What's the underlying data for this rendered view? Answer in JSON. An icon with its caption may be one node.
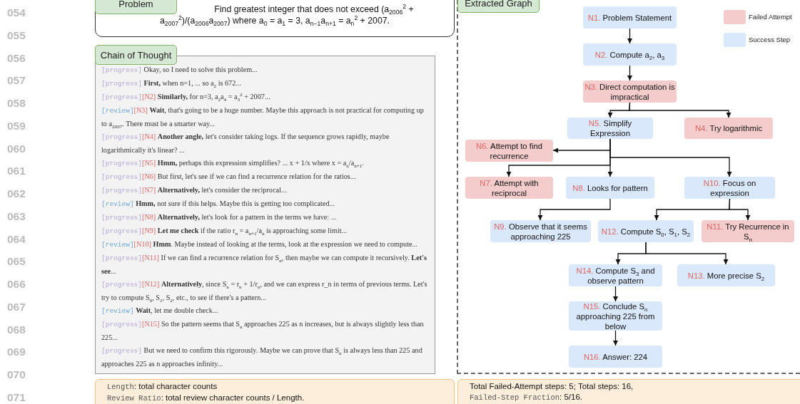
{
  "diagram": {
    "nodes": [
      {
        "text": [
          "Problem",
          "Find greatest integer that does not exceed (a$_{2006}$$^{2}$ + a$_{2007}$$^{2}$)/(a$_{2006}$a$_{2007}$) where a$_{0}$ = a$_{1}$ = 3, a$_{n−1}$a$_{n+1}$ = a$_{n}$$^{2}$ + 2007."
        ]
      },
      {
        "text": [
          "Chain of Thought",
          "[progress] Okay, so I need to solve this problem...",
          "[progress] **First,** when n=1, ... so a$_{2}$ is 672...",
          "[progress][N2] **Similarly,** for n=3, a$_{2}$a$_{4}$ = a$_{3}$$^{2}$ + 2007...",
          "[review][N3] **Wait**, that's going to be a huge number. Maybe this approach is not practical for computing up to a$_{2007}$. There must be a smarter way...",
          "[progress][N4] **Another angle,** let's consider taking logs. If the sequence grows rapidly, maybe logarithmically it's linear? ...",
          "[progress][N5] **Hmm,** perhaps this expression simplifies? ... x + 1/x where x = a$_{n}$/a$_{n+1}$.",
          "[progress][N6] But first, let's see if we can find a recurrence relation for the ratios...",
          "[progress][N7] **Alternatively,** let's consider the reciprocal...",
          "[review] **Hmm,** not sure if this helps. Maybe this is getting too complicated...",
          "[progress][N8] **Alternatively,** let's look for a pattern in the terms we have: ...",
          "[progress][N9] **Let me check** if the ratio r$_{n}$ = a$_{n+1}$/a$_{n}$ is approaching some limit...",
          "[review][N10] **Hmm**. Maybe instead of looking at the terms, look at the expression we need to compute...",
          "[progress][N11] If we can find a recurrence relation for S$_{n}$, then maybe we can compute it recursively. **Let's see**...",
          "[progress][N12] **Alternatively**, since S$_{n}$ = r$_{n}$ + 1/r$_{n}$, and we can express r_n in terms of previous terms. Let's try to compute S$_{0}$, S$_{1}$, S$_{2}$, etc., to see if there's a pattern...",
          "[review] **Wait**, let me double check...",
          "[progress][N15] So the pattern seems that S$_{n}$ approaches 225 as n increases, but is always slightly less than 225...",
          "[progress] But we need to confirm this rigorously. Maybe we can prove that S$_{n}$ is always less than 225 and approaches 225 as n approaches infinity..."
        ]
      },
      {
        "text": [
          "Extracted Graph"
        ]
      },
      {
        "text": [
          "N1. Problem Statement"
        ],
        "in": 2
      },
      {
        "text": [
          "N2. Compute a$_{2}$, a$_{3}$"
        ],
        "in": 2
      },
      {
        "text": [
          "N3. Direct computation is impractical"
        ],
        "in": 2
      },
      {
        "text": [
          "N5. Simplify Expression"
        ],
        "in": 2
      },
      {
        "text": [
          "N4. Try logarithmic"
        ],
        "in": 2
      },
      {
        "text": [
          "N6. Attempt to find recurrence"
        ],
        "in": 2
      },
      {
        "text": [
          "N7. Attempt with reciprocal"
        ],
        "in": 2
      },
      {
        "text": [
          "N8. Looks for pattern"
        ],
        "in": 2
      },
      {
        "text": [
          "N10. Focus on expression"
        ],
        "in": 2
      },
      {
        "text": [
          "N9. Observe that it seems approaching 225"
        ],
        "in": 2
      },
      {
        "text": [
          "N12. Compute S$_{0}$, S$_{1}$, S$_{2}$"
        ],
        "in": 2
      },
      {
        "text": [
          "N11. Try Recurrence in S$_{n}$"
        ],
        "in": 2
      },
      {
        "text": [
          "N14. Compute S$_{3}$ and observe pattern"
        ],
        "in": 2
      },
      {
        "text": [
          "N13. More precise S$_{2}$"
        ],
        "in": 2
      },
      {
        "text": [
          "N15. Conclude S$_{n}$ approaching 225 from below"
        ],
        "in": 2
      },
      {
        "text": [
          "N16. Answer: 224"
        ],
        "in": 2
      },
      {
        "text": [
          "Length: total character counts",
          "Review Ratio: total review character counts / Length."
        ]
      },
      {
        "text": [
          "Total Failed-Attempt steps: 5; Total steps: 16,",
          "Failed-Step Fraction: 5/16."
        ]
      }
    ],
    "edges": [
      {
        "from": 3,
        "to": 4,
        "arrow": "to"
      },
      {
        "from": 4,
        "to": 5,
        "arrow": "to"
      },
      {
        "from": 5,
        "to": 6,
        "arrow": "to"
      },
      {
        "from": 5,
        "to": 7,
        "arrow": "to"
      },
      {
        "from": 6,
        "to": 8,
        "arrow": "to"
      },
      {
        "from": 6,
        "to": 9,
        "arrow": "to"
      },
      {
        "from": 6,
        "to": 10,
        "arrow": "to"
      },
      {
        "from": 6,
        "to": 11,
        "arrow": "to"
      },
      {
        "from": 10,
        "to": 12,
        "arrow": "to"
      },
      {
        "from": 11,
        "to": 13,
        "arrow": "to"
      },
      {
        "from": 11,
        "to": 14,
        "arrow": "to"
      },
      {
        "from": 13,
        "to": 15,
        "arrow": "to"
      },
      {
        "from": 13,
        "to": 16,
        "arrow": "to"
      },
      {
        "from": 15,
        "to": 17,
        "arrow": "to"
      },
      {
        "from": 17,
        "to": 18,
        "arrow": "to"
      }
    ],
    "labels": [
      "054",
      "055",
      "056",
      "057",
      "058",
      "059",
      "060",
      "061",
      "062",
      "063",
      "064",
      "065",
      "066",
      "067",
      "068",
      "069",
      "070",
      "071"
    ],
    "legend": [
      {
        "text": "Failed Attempt",
        "color": "#f4cccc"
      },
      {
        "text": "Success Step",
        "color": "#dae8fc"
      }
    ]
  }
}
